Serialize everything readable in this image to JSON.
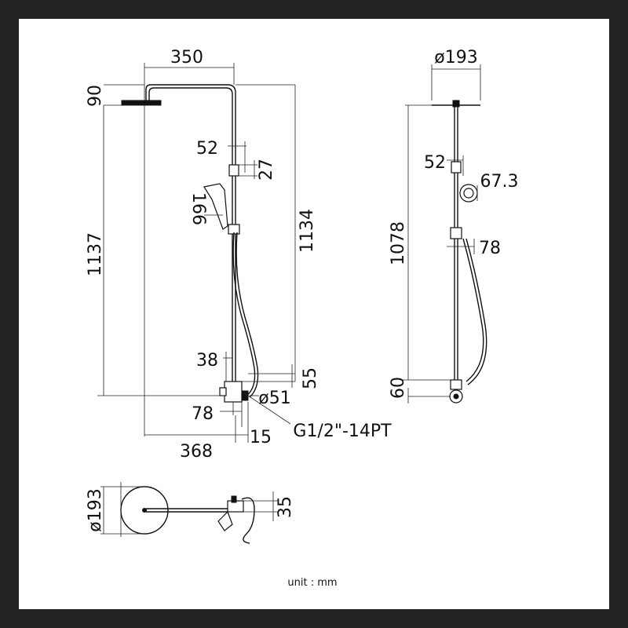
{
  "colors": {
    "frame": "#222222",
    "sheet": "#ffffff",
    "ink": "#111111"
  },
  "front_view": {
    "top_width": "350",
    "head_height": "90",
    "overall_height": "1137",
    "rail_height": "1134",
    "holder_offset": "52",
    "holder_height": "27",
    "handshower_length": "166",
    "outlet_offset": "38",
    "valve_height": "55",
    "valve_dia": "ø51",
    "valve_depth": "78",
    "inlet_offset": "15",
    "total_depth": "368",
    "connection": "G1/2\"-14PT"
  },
  "side_view": {
    "head_dia": "ø193",
    "holder_offset": "52",
    "handshower_dia": "67.3",
    "slider_depth": "78",
    "rail_height": "1078",
    "valve_height": "60"
  },
  "top_view": {
    "head_dia": "ø193",
    "valve_height": "35"
  },
  "unit_note": "unit : mm"
}
